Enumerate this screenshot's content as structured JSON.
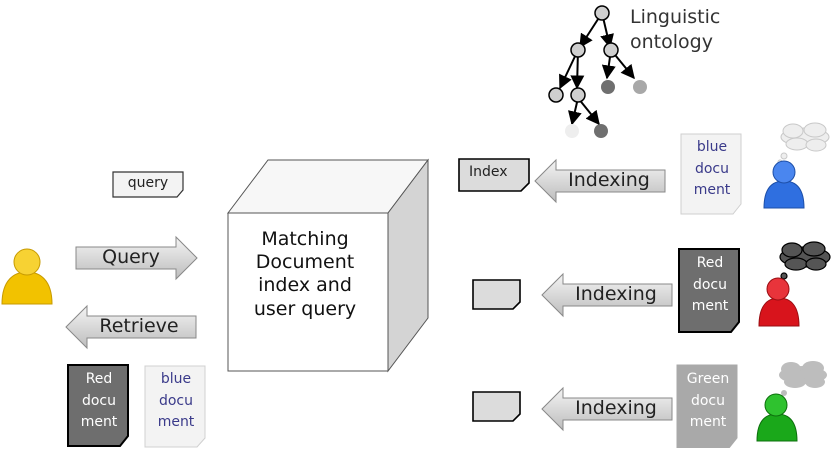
{
  "ontology": {
    "title_line1": "Linguistic",
    "title_line2": "ontology"
  },
  "matching_box": {
    "line1": "Matching",
    "line2": "Document",
    "line3": "index and",
    "line4": "user query"
  },
  "arrows": {
    "query": "Query",
    "retrieve": "Retrieve",
    "indexing_blue": "Indexing",
    "indexing_red": "Indexing",
    "indexing_green": "Indexing"
  },
  "query_card": "query",
  "index_card": "Index",
  "documents": {
    "blue": {
      "line1": "blue",
      "line2": "docu",
      "line3": "ment"
    },
    "red": {
      "line1": "Red",
      "line2": "docu",
      "line3": "ment"
    },
    "green": {
      "line1": "Green",
      "line2": "docu",
      "line3": "ment"
    },
    "result_red": {
      "line1": "Red",
      "line2": "docu",
      "line3": "ment"
    },
    "result_blue": {
      "line1": "blue",
      "line2": "docu",
      "line3": "ment"
    }
  },
  "colors": {
    "user_yellow": "#f2c200",
    "user_blue": "#2f6fe0",
    "user_red": "#d8141c",
    "user_green": "#1aa81a",
    "doc_dark": "#6e6e6e",
    "doc_mid": "#a9a9a9",
    "doc_light": "#f3f3f3",
    "arrow_fill": "#d6d6d6"
  }
}
